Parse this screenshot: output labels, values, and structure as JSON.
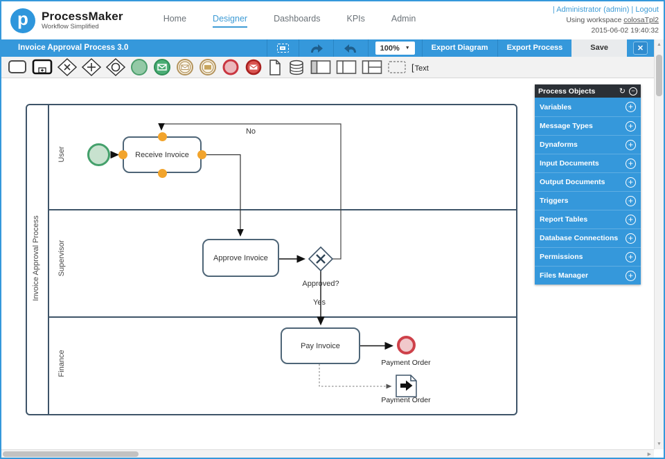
{
  "icons": {
    "close": "✕",
    "caret_down": "▼",
    "plus": "+",
    "minus": "−",
    "refresh": "↻",
    "arrow_up": "▲",
    "arrow_down": "▼",
    "arrow_right": "▶",
    "open_bracket": "["
  },
  "header": {
    "logo_glyph": "p",
    "logo_title": "ProcessMaker",
    "logo_tagline": "Workflow Simplified",
    "nav_items": [
      {
        "label": "Home",
        "active": false
      },
      {
        "label": "Designer",
        "active": true
      },
      {
        "label": "Dashboards",
        "active": false
      },
      {
        "label": "KPIs",
        "active": false
      },
      {
        "label": "Admin",
        "active": false
      }
    ],
    "link_separator": "|",
    "admin_link": "Administrator (admin)",
    "logout_link": "Logout",
    "workspace_label": "Using workspace",
    "workspace_name": "colosaTpl2",
    "datetime": "2015-06-02 19:40:32"
  },
  "titlebar": {
    "process_title": "Invoice Approval Process 3.0",
    "zoom_value": "100%",
    "export_diagram_label": "Export Diagram",
    "export_process_label": "Export Process",
    "save_label": "Save"
  },
  "palette": {
    "text_tool_label": "Text"
  },
  "panel": {
    "title": "Process Objects",
    "items": [
      "Variables",
      "Message Types",
      "Dynaforms",
      "Input Documents",
      "Output Documents",
      "Triggers",
      "Report Tables",
      "Database Connections",
      "Permissions",
      "Files Manager"
    ]
  },
  "diagram": {
    "pool_label": "Invoice Approval Process",
    "lanes": [
      "User",
      "Supervisor",
      "Finance"
    ],
    "tasks": [
      "Receive Invoice",
      "Approve Invoice",
      "Pay Invoice"
    ],
    "gateway_label": "Approved?",
    "label_no": "No",
    "label_yes": "Yes",
    "end_event_label": "Payment Order",
    "document_label": "Payment Order"
  },
  "colors": {
    "accent_blue": "#3598DB",
    "active_nav_blue": "#3D9BD5",
    "panel_header_dark": "#2B3036",
    "shape_stroke": "#4E6577",
    "start_event_fill": "#C8E2CF",
    "start_event_stroke": "#44A06B",
    "end_event_fill": "#F0C8CB",
    "end_event_stroke": "#CE414A",
    "port_orange": "#F2A42C",
    "save_button_bg": "#E9EBED"
  }
}
